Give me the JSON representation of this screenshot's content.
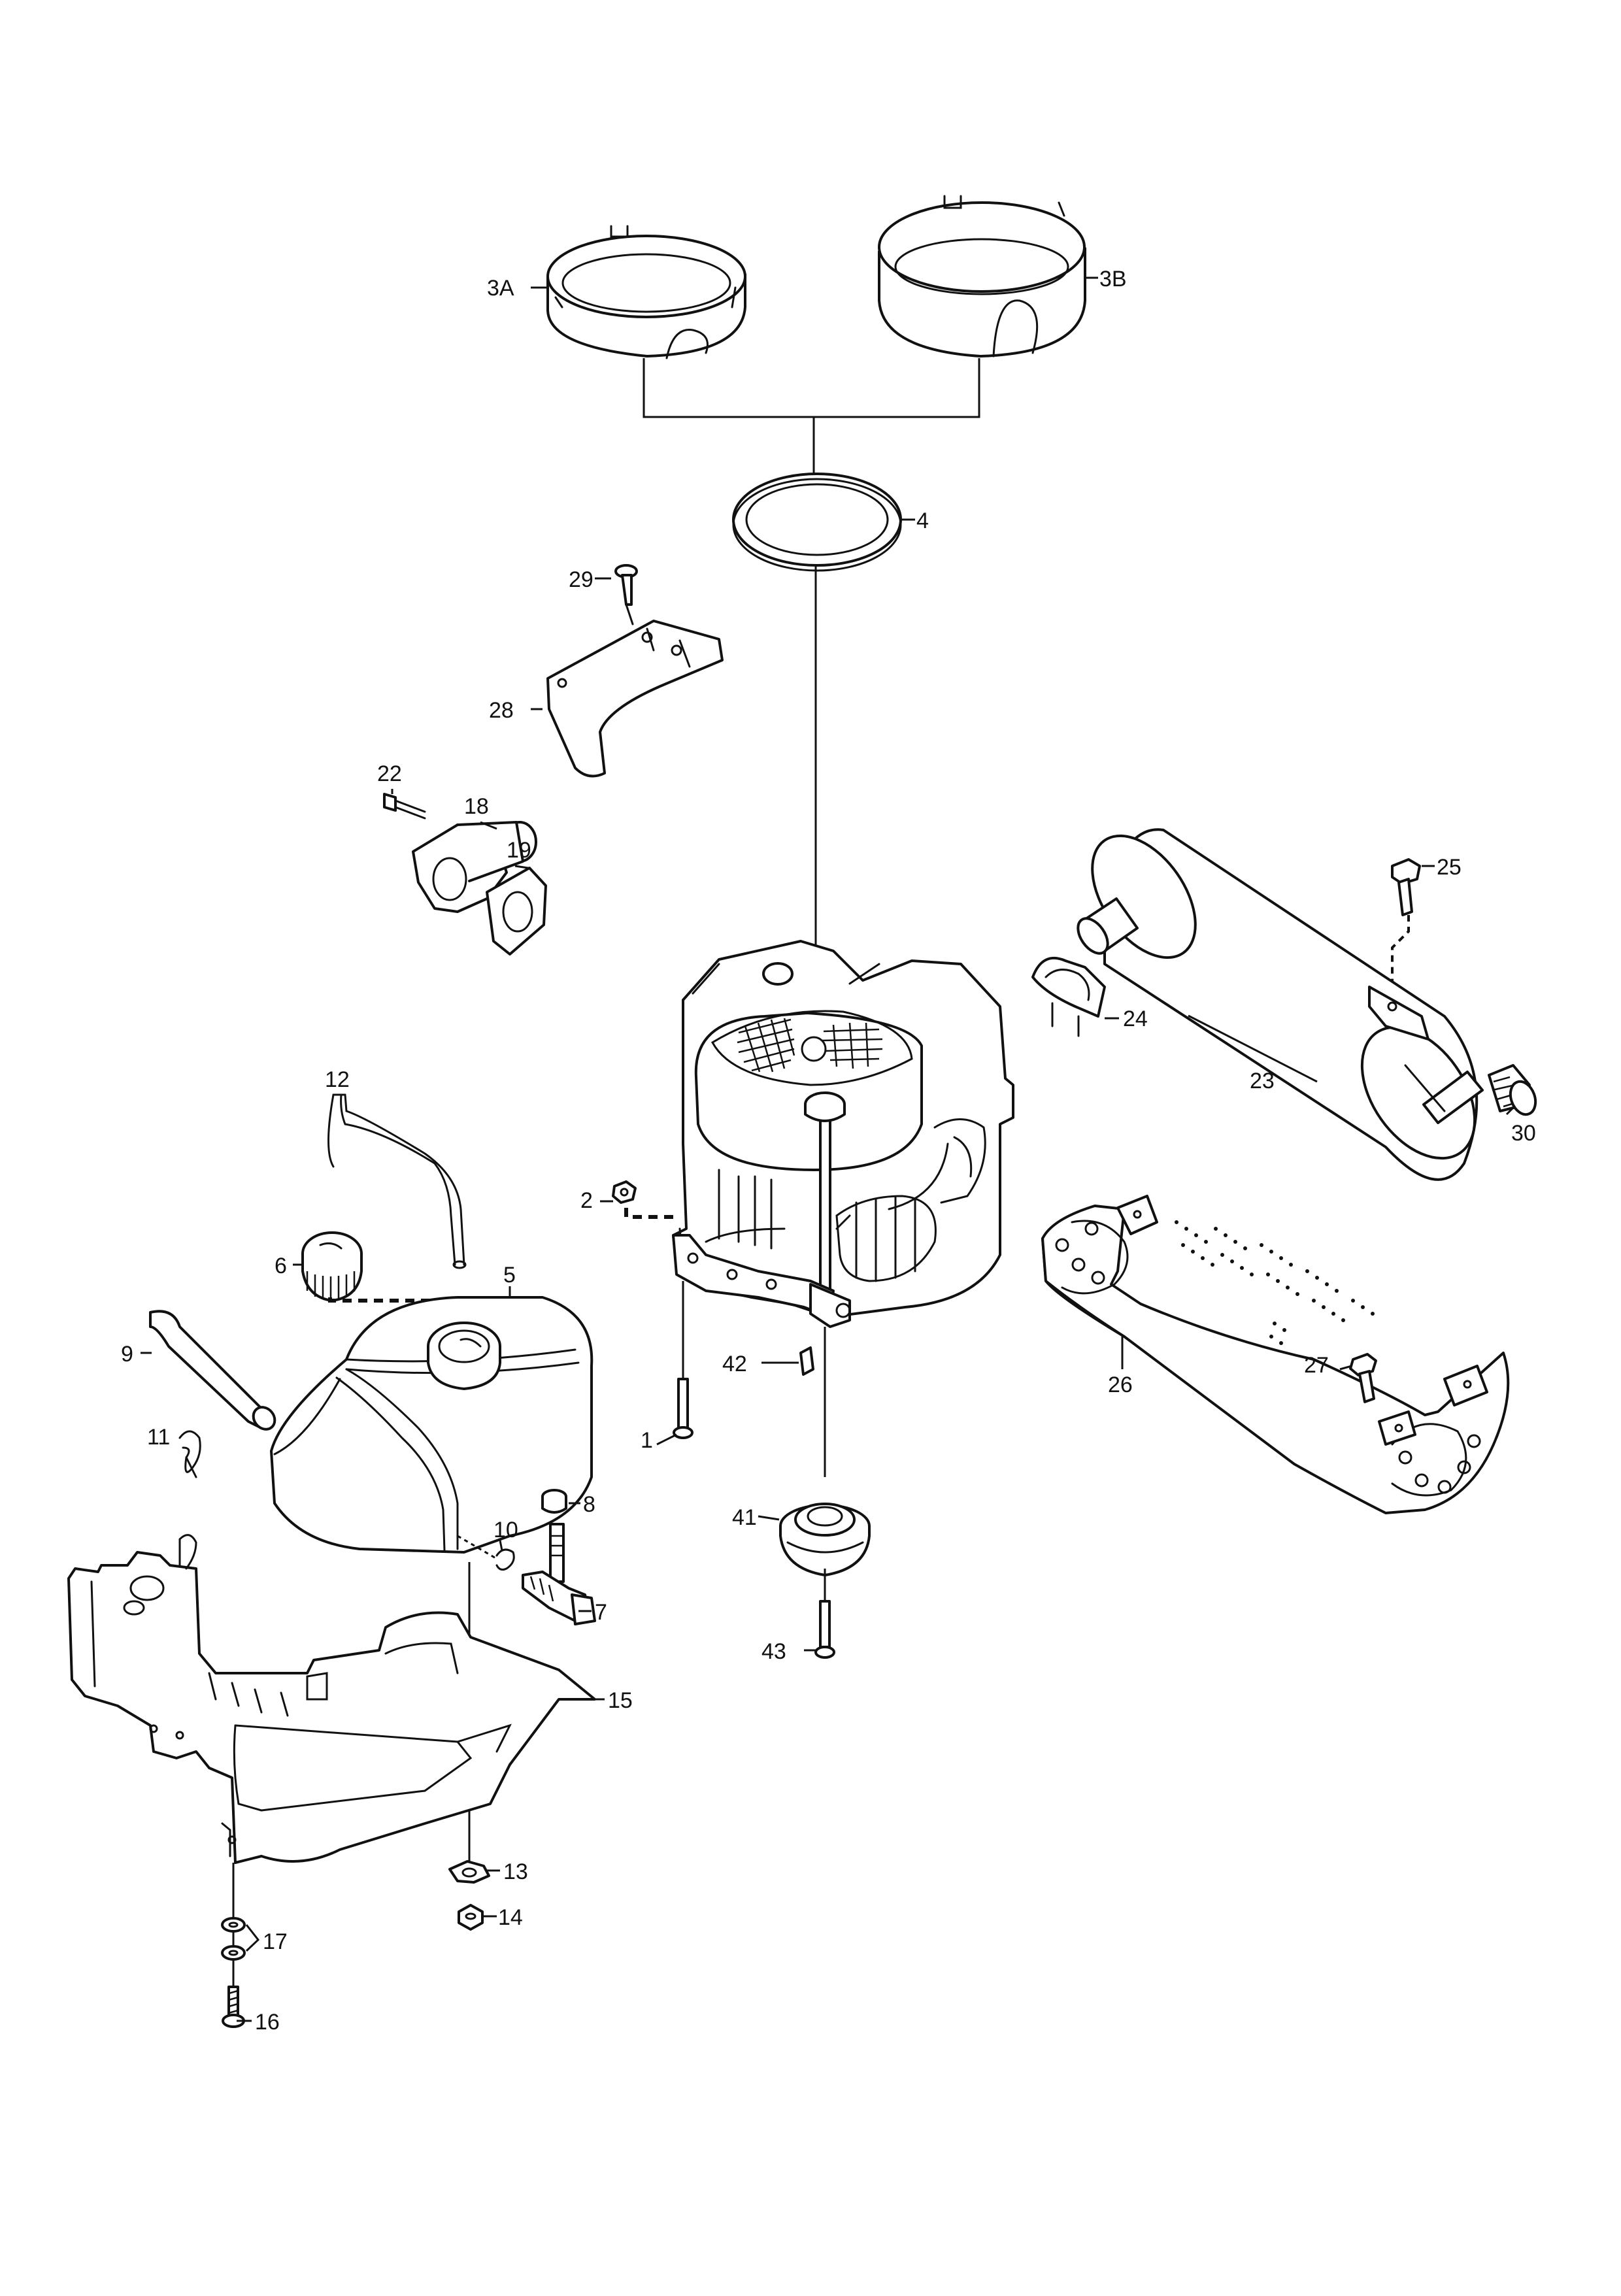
{
  "colors": {
    "line": "#111111",
    "background": "#ffffff"
  },
  "callouts": [
    {
      "id": "1",
      "text": "1"
    },
    {
      "id": "2",
      "text": "2"
    },
    {
      "id": "3A",
      "text": "3A"
    },
    {
      "id": "3B",
      "text": "3B"
    },
    {
      "id": "4",
      "text": "4"
    },
    {
      "id": "5",
      "text": "5"
    },
    {
      "id": "6",
      "text": "6"
    },
    {
      "id": "7",
      "text": "7"
    },
    {
      "id": "8",
      "text": "8"
    },
    {
      "id": "9",
      "text": "9"
    },
    {
      "id": "10",
      "text": "10"
    },
    {
      "id": "11",
      "text": "11"
    },
    {
      "id": "12",
      "text": "12"
    },
    {
      "id": "13",
      "text": "13"
    },
    {
      "id": "14",
      "text": "14"
    },
    {
      "id": "15",
      "text": "15"
    },
    {
      "id": "16",
      "text": "16"
    },
    {
      "id": "17",
      "text": "17"
    },
    {
      "id": "18",
      "text": "18"
    },
    {
      "id": "19",
      "text": "19"
    },
    {
      "id": "22",
      "text": "22"
    },
    {
      "id": "23",
      "text": "23"
    },
    {
      "id": "24",
      "text": "24"
    },
    {
      "id": "25",
      "text": "25"
    },
    {
      "id": "26",
      "text": "26"
    },
    {
      "id": "27",
      "text": "27"
    },
    {
      "id": "28",
      "text": "28"
    },
    {
      "id": "29",
      "text": "29"
    },
    {
      "id": "30",
      "text": "30"
    },
    {
      "id": "41",
      "text": "41"
    },
    {
      "id": "42",
      "text": "42"
    },
    {
      "id": "43",
      "text": "43"
    }
  ]
}
